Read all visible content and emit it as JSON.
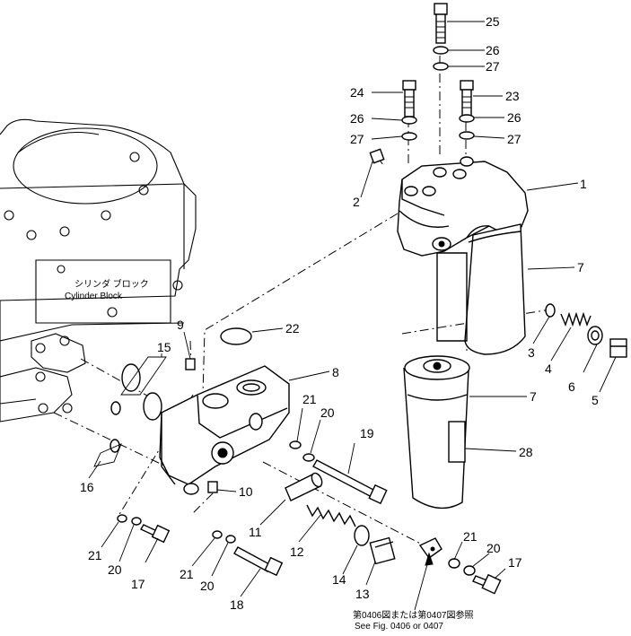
{
  "labels": {
    "block_jp": "シリンダ ブロック",
    "block_en": "Cylinder Block",
    "note_jp": "第0406図または第0407図参照",
    "note_en": "See Fig. 0406 or 0407"
  },
  "callouts": {
    "c1": "1",
    "c2": "2",
    "c3": "3",
    "c4": "4",
    "c5": "5",
    "c6": "6",
    "c7a": "7",
    "c7b": "7",
    "c8": "8",
    "c9": "9",
    "c10": "10",
    "c11": "11",
    "c12": "12",
    "c13": "13",
    "c14": "14",
    "c15": "15",
    "c16": "16",
    "c17a": "17",
    "c17b": "17",
    "c18": "18",
    "c19": "19",
    "c20a": "20",
    "c20b": "20",
    "c20c": "20",
    "c21a": "21",
    "c21b": "21",
    "c21c": "21",
    "c22": "22",
    "c23": "23",
    "c24": "24",
    "c25": "25",
    "c26a": "26",
    "c26b": "26",
    "c26c": "26",
    "c27a": "27",
    "c27b": "27",
    "c27c": "27",
    "c28": "28"
  }
}
